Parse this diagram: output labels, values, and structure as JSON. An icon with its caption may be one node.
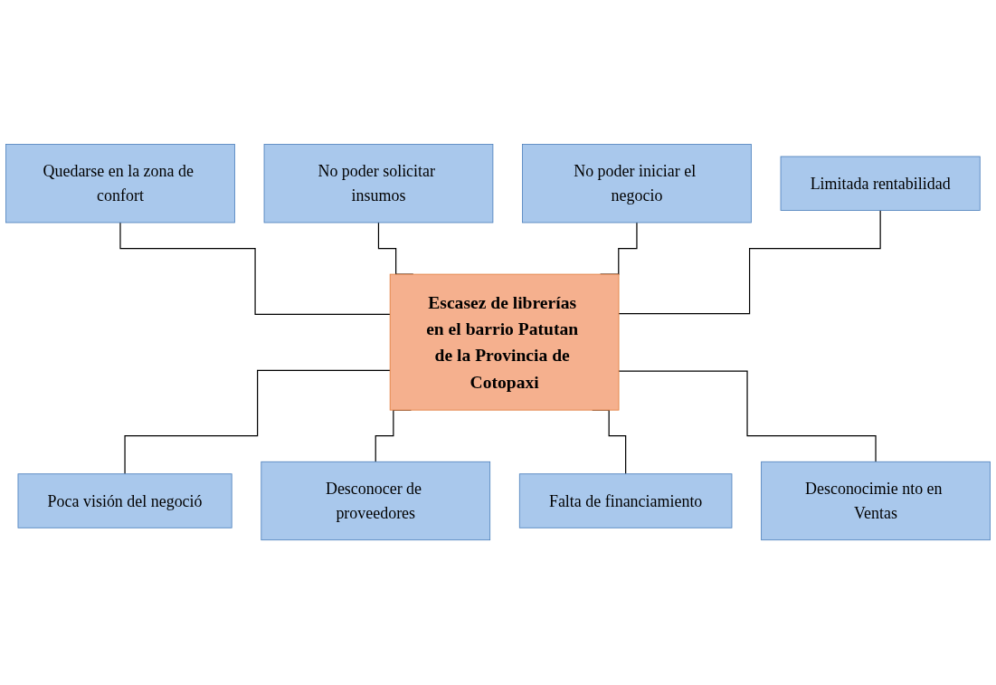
{
  "diagram": {
    "nodes": [
      {
        "text": [
          "Quedarse en la zona de confort"
        ]
      },
      {
        "text": [
          "No poder solicitar insumos"
        ]
      },
      {
        "text": [
          "No poder iniciar el negocio"
        ]
      },
      {
        "text": [
          "Limitada rentabilidad"
        ]
      },
      {
        "text": [
          "Escasez de librerías en el barrio Patutan de la Provincia de Cotopaxi"
        ]
      },
      {
        "text": [
          "Poca visión del negoció"
        ]
      },
      {
        "text": [
          "Desconocer de proveedores"
        ]
      },
      {
        "text": [
          "Falta de financiamiento"
        ]
      },
      {
        "text": [
          "Desconocimie nto en Ventas"
        ]
      }
    ],
    "edges": [
      {
        "from": 0,
        "to": 4,
        "arrow": "none"
      },
      {
        "from": 1,
        "to": 4,
        "arrow": "none"
      },
      {
        "from": 2,
        "to": 4,
        "arrow": "none"
      },
      {
        "from": 3,
        "to": 4,
        "arrow": "none"
      },
      {
        "from": 4,
        "to": 5,
        "arrow": "none"
      },
      {
        "from": 4,
        "to": 6,
        "arrow": "none"
      },
      {
        "from": 4,
        "to": 7,
        "arrow": "none"
      },
      {
        "from": 4,
        "to": 8,
        "arrow": "none"
      }
    ]
  }
}
